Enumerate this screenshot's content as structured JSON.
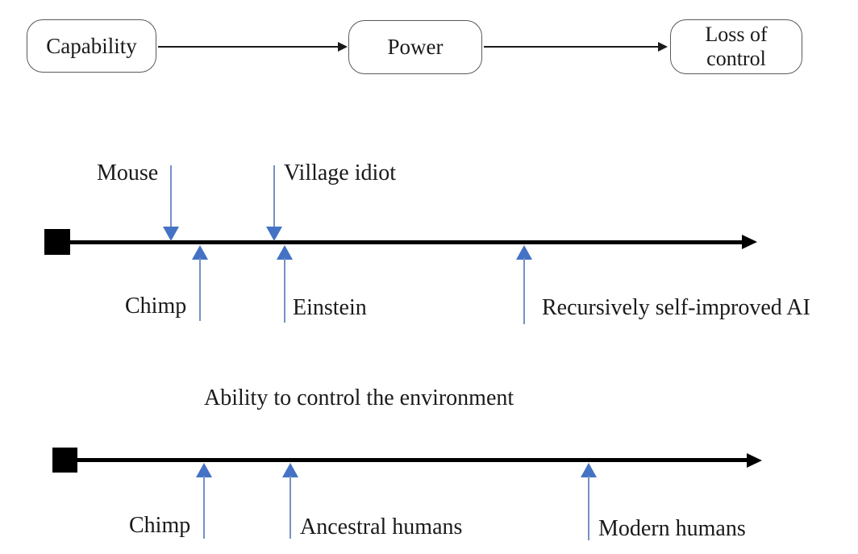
{
  "colors": {
    "marker_arrow_blue": "#4472C4",
    "marker_line_blue": "#7590c8",
    "axis_black": "#000000",
    "box_border_gray": "#595959"
  },
  "flow_diagram": {
    "nodes": [
      {
        "label": "Capability"
      },
      {
        "label": "Power"
      },
      {
        "label": "Loss of control"
      }
    ]
  },
  "capability_axis": {
    "markers_above": [
      {
        "label": "Mouse"
      },
      {
        "label": "Village idiot"
      }
    ],
    "markers_below": [
      {
        "label": "Chimp"
      },
      {
        "label": "Einstein"
      },
      {
        "label": "Recursively self-improved AI"
      }
    ]
  },
  "control_axis": {
    "title": "Ability to control the environment",
    "markers_below": [
      {
        "label": "Chimp"
      },
      {
        "label": "Ancestral humans"
      },
      {
        "label": "Modern humans"
      }
    ]
  }
}
